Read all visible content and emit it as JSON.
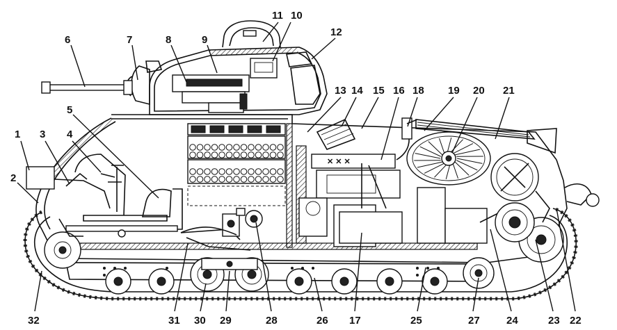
{
  "callouts": [
    {
      "n": "1"
    },
    {
      "n": "2"
    },
    {
      "n": "3"
    },
    {
      "n": "4"
    },
    {
      "n": "5"
    },
    {
      "n": "6"
    },
    {
      "n": "7"
    },
    {
      "n": "8"
    },
    {
      "n": "9"
    },
    {
      "n": "10"
    },
    {
      "n": "11"
    },
    {
      "n": "12"
    },
    {
      "n": "13"
    },
    {
      "n": "14"
    },
    {
      "n": "15"
    },
    {
      "n": "16"
    },
    {
      "n": "17"
    },
    {
      "n": "18"
    },
    {
      "n": "19"
    },
    {
      "n": "20"
    },
    {
      "n": "21"
    },
    {
      "n": "22"
    },
    {
      "n": "23"
    },
    {
      "n": "24"
    },
    {
      "n": "25"
    },
    {
      "n": "26"
    },
    {
      "n": "27"
    },
    {
      "n": "28"
    },
    {
      "n": "29"
    },
    {
      "n": "30"
    },
    {
      "n": "31"
    },
    {
      "n": "32"
    }
  ],
  "colors": {
    "ink": "#111111",
    "background": "#ffffff"
  }
}
